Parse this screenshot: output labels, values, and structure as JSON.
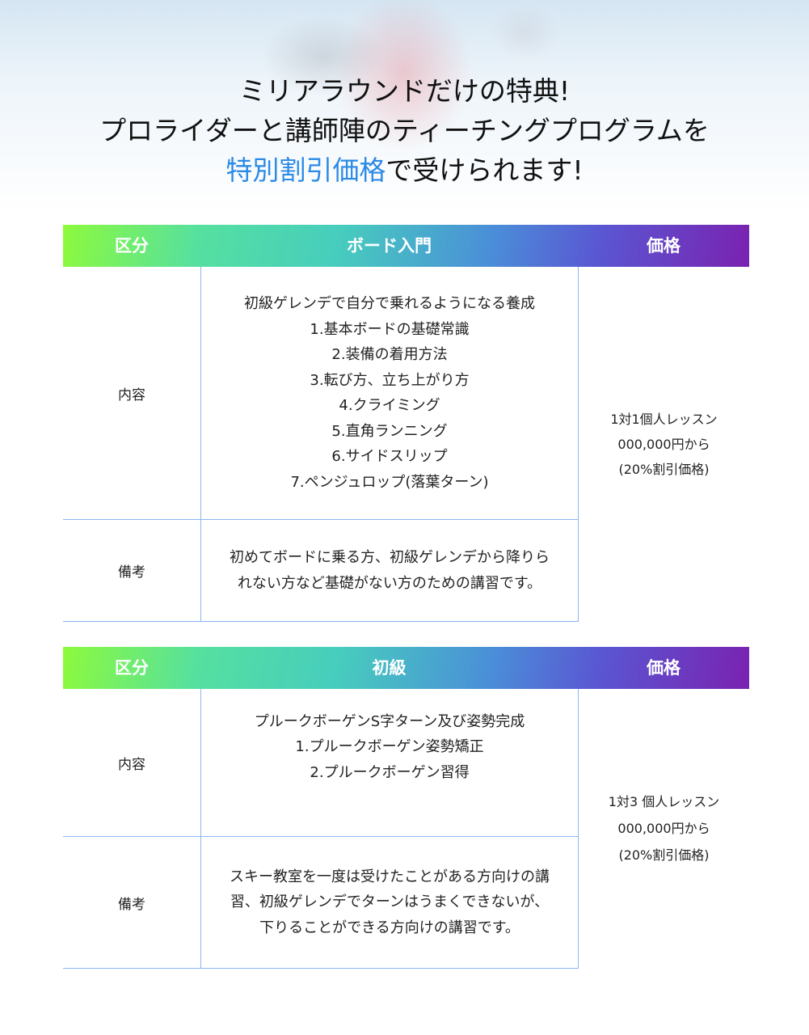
{
  "headline": {
    "line1": "ミリアラウンドだけの特典!",
    "line2": "プロライダーと講師陣のティーチングプログラムを",
    "line3_accent": "特別割引価格",
    "line3_rest": "で受けられます!",
    "accent_color": "#2b8ae6"
  },
  "tables": [
    {
      "header": {
        "category": "区分",
        "course": "ボード入門",
        "price": "価格"
      },
      "rows": {
        "content_label": "内容",
        "content_lines": [
          "初級ゲレンデで自分で乗れるようになる養成",
          "1.基本ボードの基礎常識",
          "2.装備の着用方法",
          "3.転び方、立ち上がり方",
          "4.クライミング",
          "5.直角ランニング",
          "6.サイドスリップ",
          "7.ペンジュロップ(落葉ターン)"
        ],
        "notes_label": "備考",
        "notes_lines": [
          "初めてボードに乗る方、初級ゲレンデから降りら",
          "れない方など基礎がない方のための講習です。"
        ]
      },
      "price_lines": [
        "1対1個人レッスン",
        "000,000円から",
        "(20%割引価格)"
      ]
    },
    {
      "header": {
        "category": "区分",
        "course": "初級",
        "price": "価格"
      },
      "rows": {
        "content_label": "内容",
        "content_lines": [
          "プルークボーゲンS字ターン及び姿勢完成",
          "1.プルークボーゲン姿勢矯正",
          "2.プルークボーゲン習得"
        ],
        "notes_label": "備考",
        "notes_lines": [
          "スキー教室を一度は受けたことがある方向けの講",
          "習、初級ゲレンデでターンはうまくできないが、",
          "下りることができる方向けの講習です。"
        ]
      },
      "price_lines": [
        "1対3 個人レッスン",
        "000,000円から",
        "(20%割引価格)"
      ]
    }
  ],
  "colors": {
    "header_gradient": [
      "#8dfa3c",
      "#47cdbd",
      "#4a8fd8",
      "#7a22b0"
    ],
    "border": "#8ab6f0"
  }
}
